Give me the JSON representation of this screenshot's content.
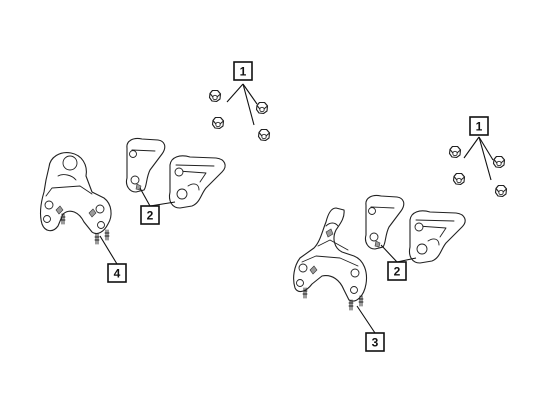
{
  "callouts": {
    "c1_top": "1",
    "c1_right": "1",
    "c2_left": "2",
    "c2_right": "2",
    "c3": "3",
    "c4": "4"
  },
  "colors": {
    "line": "#222222",
    "shade": "#9a9a9a",
    "background": "#ffffff"
  }
}
